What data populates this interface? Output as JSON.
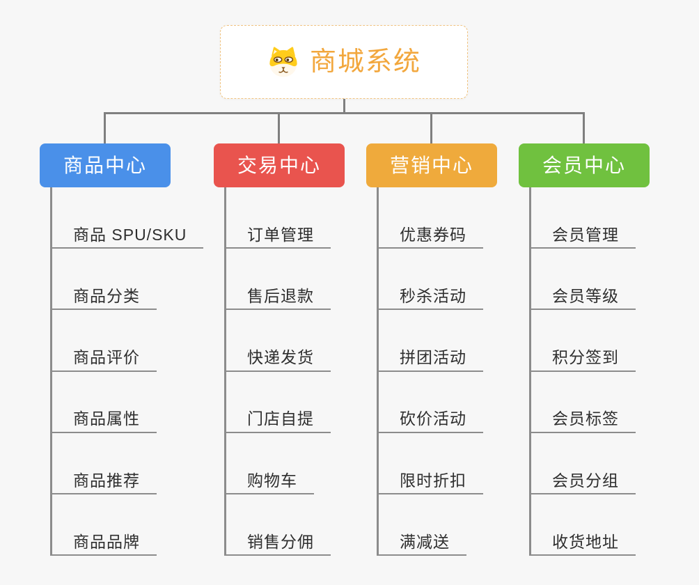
{
  "root": {
    "title": "商城系统",
    "icon": "shiba-dog-icon",
    "title_color": "#f2a73d",
    "border_color": "#f0c27e",
    "background": "#ffffff"
  },
  "connector_color": "#7f7f7f",
  "child_line_color": "#8c8c8c",
  "child_text_color": "#2e2e2e",
  "canvas_background": "#f7f7f7",
  "branches": [
    {
      "label": "商品中心",
      "color": "#4a90e9",
      "children": [
        "商品 SPU/SKU",
        "商品分类",
        "商品评价",
        "商品属性",
        "商品推荐",
        "商品品牌"
      ]
    },
    {
      "label": "交易中心",
      "color": "#e9544e",
      "children": [
        "订单管理",
        "售后退款",
        "快递发货",
        "门店自提",
        "购物车",
        "销售分佣"
      ]
    },
    {
      "label": "营销中心",
      "color": "#efaa3c",
      "children": [
        "优惠券码",
        "秒杀活动",
        "拼团活动",
        "砍价活动",
        "限时折扣",
        "满减送"
      ]
    },
    {
      "label": "会员中心",
      "color": "#70c13f",
      "children": [
        "会员管理",
        "会员等级",
        "积分签到",
        "会员标签",
        "会员分组",
        "收货地址"
      ]
    }
  ]
}
